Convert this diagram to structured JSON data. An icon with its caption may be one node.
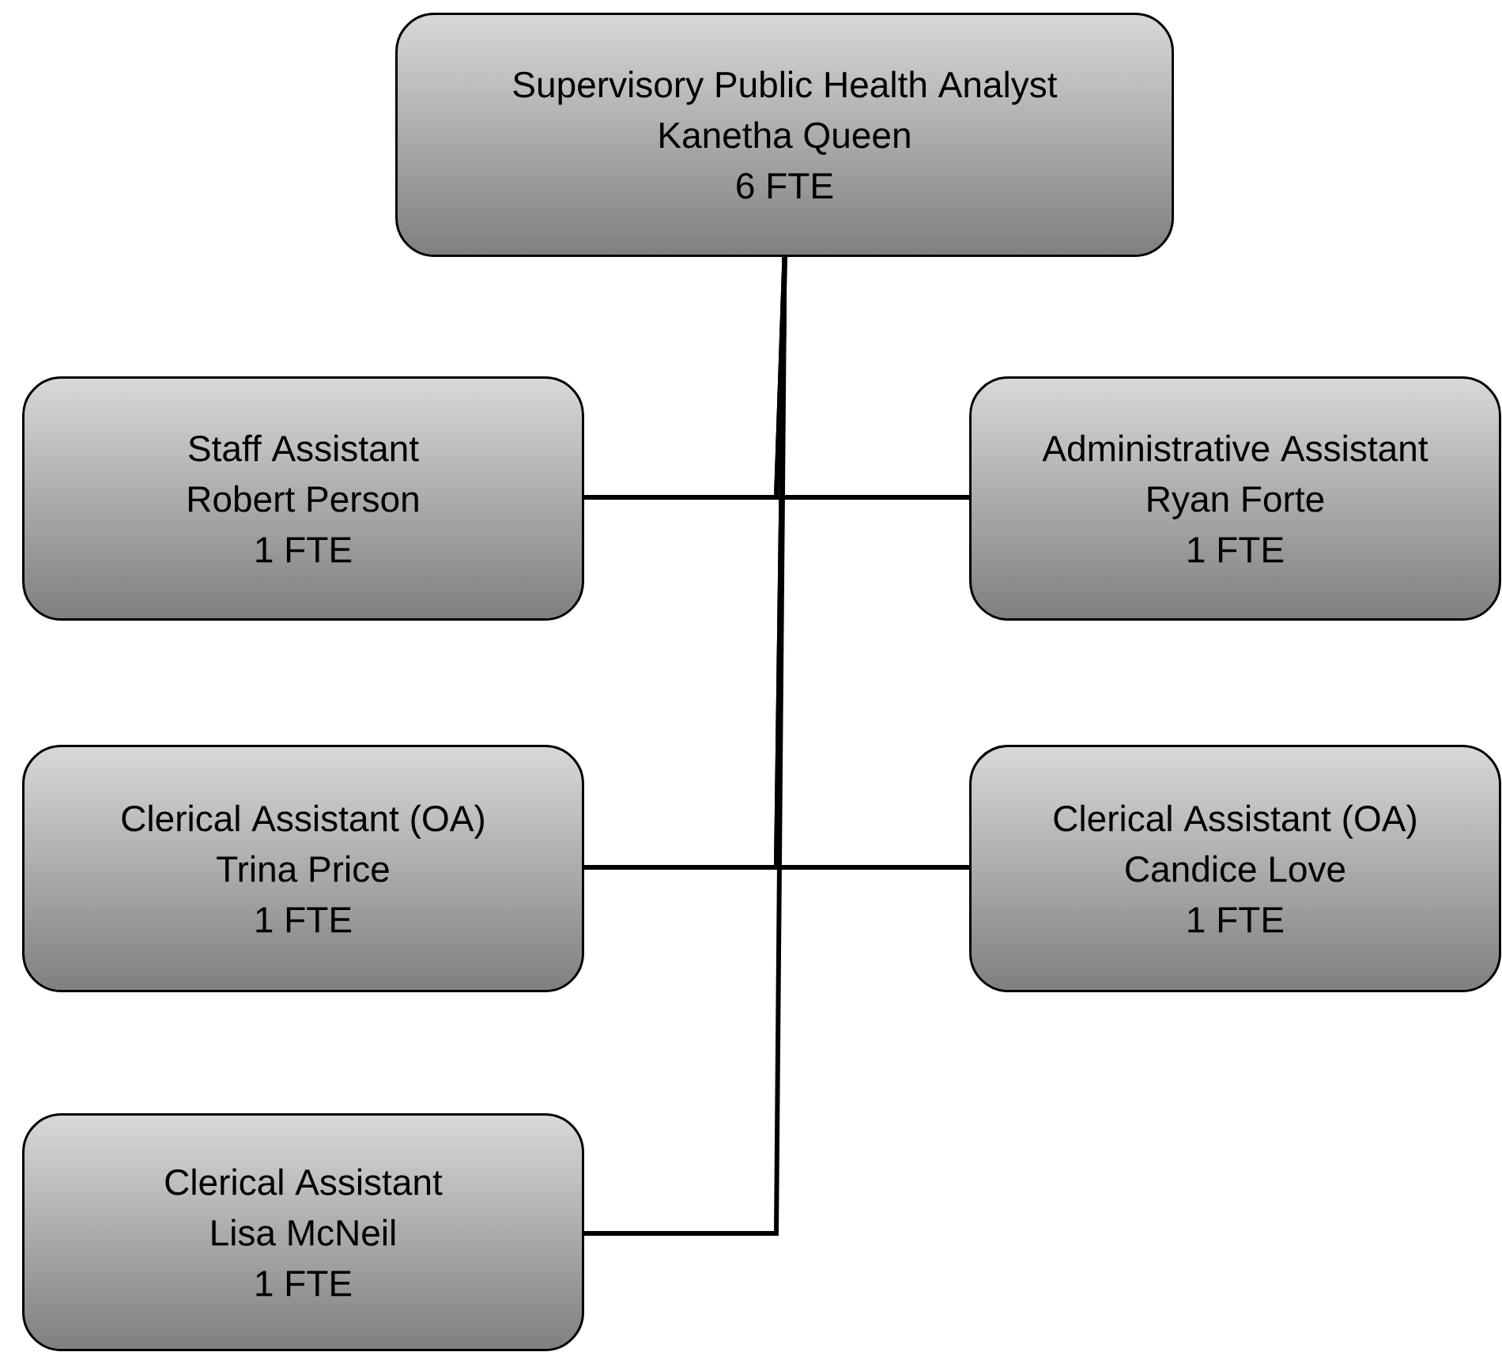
{
  "diagram": {
    "nodes": [
      {
        "text": [
          "Supervisory Public Health Analyst",
          "Kanetha Queen",
          "6 FTE"
        ]
      },
      {
        "text": [
          "Staff Assistant",
          "Robert Person",
          "1 FTE"
        ]
      },
      {
        "text": [
          "Administrative Assistant",
          "Ryan Forte",
          "1 FTE"
        ]
      },
      {
        "text": [
          "Clerical Assistant (OA)",
          "Trina Price",
          "1 FTE"
        ]
      },
      {
        "text": [
          "Clerical Assistant (OA)",
          "Candice Love",
          "1 FTE"
        ]
      },
      {
        "text": [
          "Clerical Assistant",
          "Lisa McNeil",
          "1 FTE"
        ]
      }
    ],
    "edges": [
      {
        "from": 0,
        "to": 1,
        "arrow": "none"
      },
      {
        "from": 0,
        "to": 2,
        "arrow": "none"
      },
      {
        "from": 0,
        "to": 3,
        "arrow": "none"
      },
      {
        "from": 0,
        "to": 4,
        "arrow": "none"
      },
      {
        "from": 0,
        "to": 5,
        "arrow": "none"
      }
    ]
  }
}
